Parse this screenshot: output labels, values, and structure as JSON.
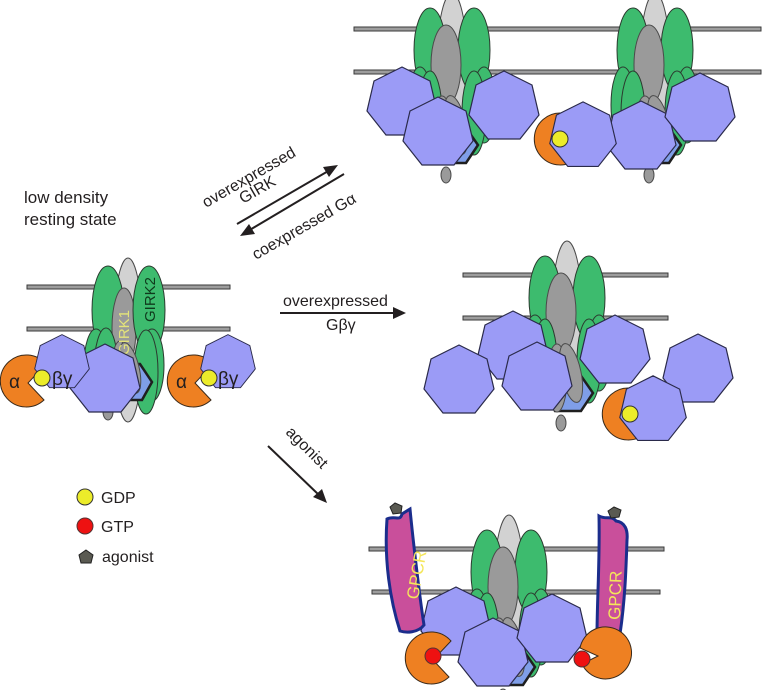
{
  "state_labels": {
    "resting_line1": "low density",
    "resting_line2": "resting state"
  },
  "transitions": {
    "girk_over_line1": "overexpressed",
    "girk_over_line2": "GIRK",
    "galpha_co": "coexpressed Gα",
    "gbg_over_line1": "overexpressed",
    "gbg_over_line2": "Gβγ",
    "agonist": "agonist"
  },
  "protein_labels": {
    "girk1": "GIRK1",
    "girk2": "GIRK2",
    "alpha": "α",
    "betagamma": "βγ",
    "gpcr": "GPCR"
  },
  "legend": [
    {
      "label": "GDP",
      "color": "#ecec2a"
    },
    {
      "label": "GTP",
      "color": "#ee1111"
    },
    {
      "label": "agonist",
      "color": "#5a5a52"
    }
  ],
  "colors": {
    "girk2_subunit": "#3dbb6e",
    "girk1_subunit": "#9a9a9a",
    "g_alpha": "#ee8022",
    "g_betagamma": "#9b9bf6",
    "gpcr": "#c94f9b"
  }
}
